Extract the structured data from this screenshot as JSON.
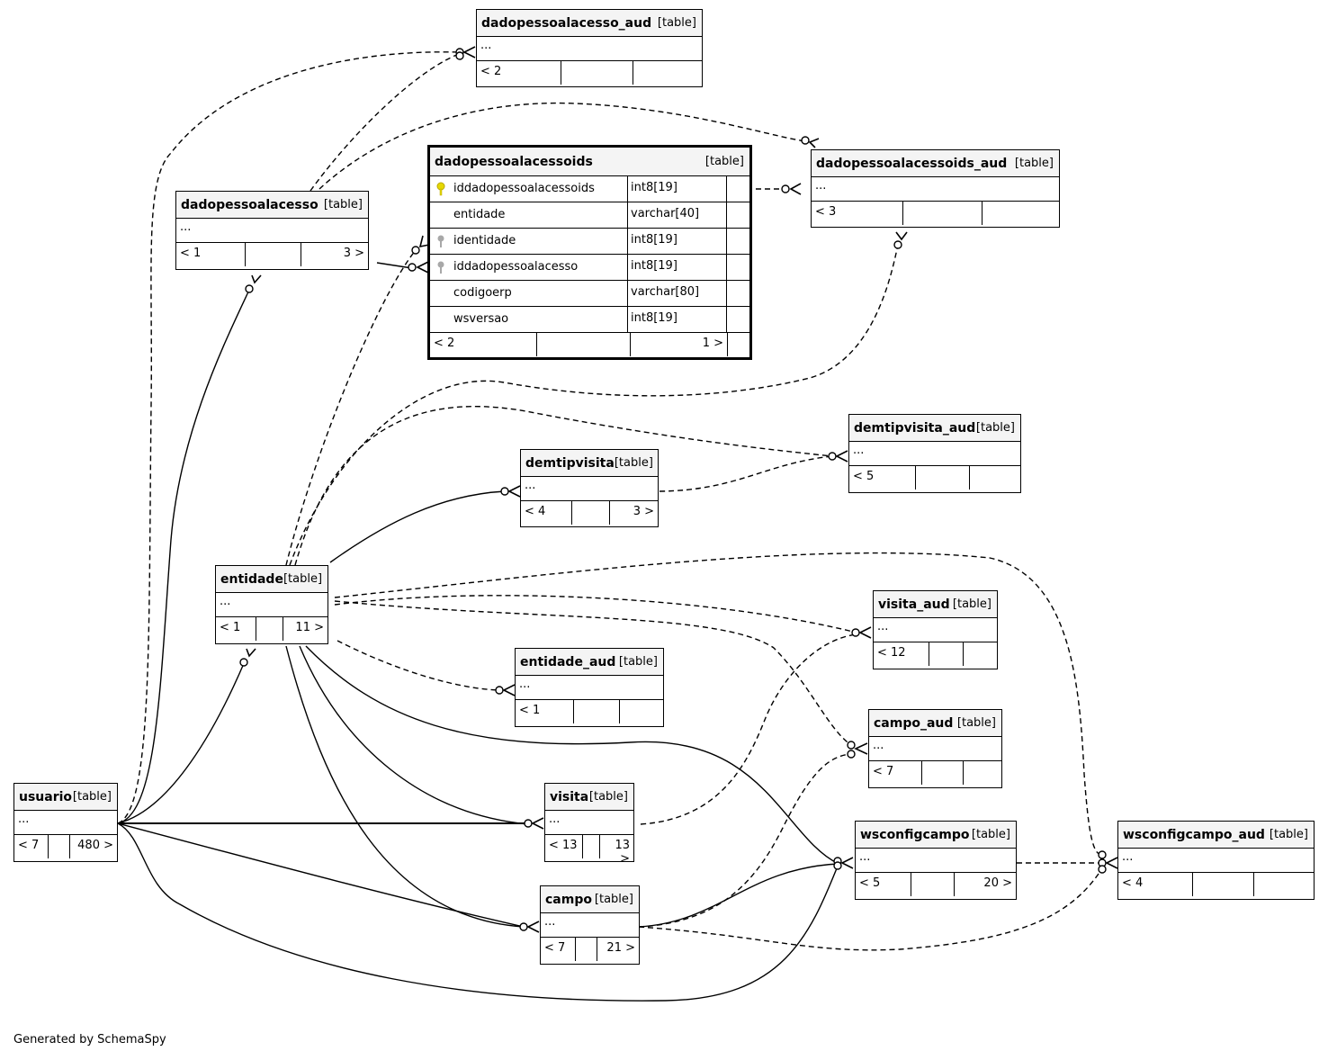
{
  "footer_note": "Generated by SchemaSpy",
  "tables": {
    "dadopessoalacesso_aud": {
      "name": "dadopessoalacesso_aud",
      "tag": "[table]",
      "ellipsis": "...",
      "parents": "< 2",
      "children": ""
    },
    "dadopessoalacessoids_aud": {
      "name": "dadopessoalacessoids_aud",
      "tag": "[table]",
      "ellipsis": "...",
      "parents": "< 3",
      "children": ""
    },
    "dadopessoalacesso": {
      "name": "dadopessoalacesso",
      "tag": "[table]",
      "ellipsis": "...",
      "parents": "< 1",
      "children": "3 >"
    },
    "dadopessoalacessoids": {
      "name": "dadopessoalacessoids",
      "tag": "[table]",
      "parents": "< 2",
      "children": "1 >",
      "columns": [
        {
          "name": "iddadopessoalacessoids",
          "type": "int8[19]",
          "key": "primary"
        },
        {
          "name": "entidade",
          "type": "varchar[40]",
          "key": "none"
        },
        {
          "name": "identidade",
          "type": "int8[19]",
          "key": "foreign"
        },
        {
          "name": "iddadopessoalacesso",
          "type": "int8[19]",
          "key": "foreign"
        },
        {
          "name": "codigoerp",
          "type": "varchar[80]",
          "key": "none"
        },
        {
          "name": "wsversao",
          "type": "int8[19]",
          "key": "none"
        }
      ]
    },
    "demtipvisita_aud": {
      "name": "demtipvisita_aud",
      "tag": "[table]",
      "ellipsis": "...",
      "parents": "< 5",
      "children": ""
    },
    "demtipvisita": {
      "name": "demtipvisita",
      "tag": "[table]",
      "ellipsis": "...",
      "parents": "< 4",
      "children": "3 >"
    },
    "entidade": {
      "name": "entidade",
      "tag": "[table]",
      "ellipsis": "...",
      "parents": "< 1",
      "children": "11 >"
    },
    "visita_aud": {
      "name": "visita_aud",
      "tag": "[table]",
      "ellipsis": "...",
      "parents": "< 12",
      "children": ""
    },
    "entidade_aud": {
      "name": "entidade_aud",
      "tag": "[table]",
      "ellipsis": "...",
      "parents": "< 1",
      "children": ""
    },
    "campo_aud": {
      "name": "campo_aud",
      "tag": "[table]",
      "ellipsis": "...",
      "parents": "< 7",
      "children": ""
    },
    "usuario": {
      "name": "usuario",
      "tag": "[table]",
      "ellipsis": "...",
      "parents": "< 7",
      "children": "480 >"
    },
    "visita": {
      "name": "visita",
      "tag": "[table]",
      "ellipsis": "...",
      "parents": "< 13",
      "children": "13 >"
    },
    "wsconfigcampo": {
      "name": "wsconfigcampo",
      "tag": "[table]",
      "ellipsis": "...",
      "parents": "< 5",
      "children": "20 >"
    },
    "wsconfigcampo_aud": {
      "name": "wsconfigcampo_aud",
      "tag": "[table]",
      "ellipsis": "...",
      "parents": "< 4",
      "children": ""
    },
    "campo": {
      "name": "campo",
      "tag": "[table]",
      "ellipsis": "...",
      "parents": "< 7",
      "children": "21 >"
    }
  },
  "colors": {
    "primary_key": "#e6d800",
    "foreign_key": "#a8a8a8",
    "header_bg": "#f4f4f4"
  }
}
